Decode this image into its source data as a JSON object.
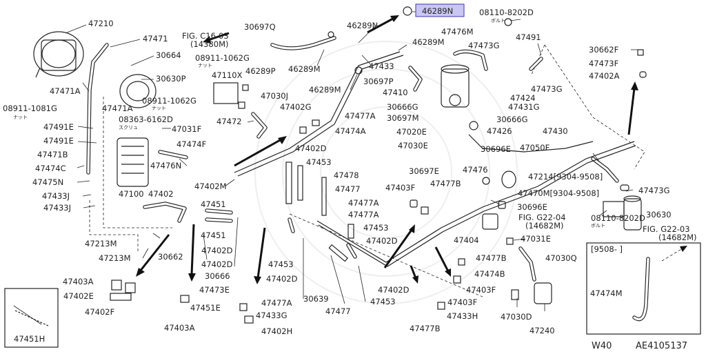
{
  "diagram": {
    "highlighted_part": "46289N",
    "footer": {
      "model": "W40",
      "diagram_code": "AE4105137"
    },
    "labels": {
      "p47210": "47210",
      "p47471": "47471",
      "p30664": "30664",
      "p30630p": "30630P",
      "p47471a_1": "47471A",
      "p47471a_2": "47471A",
      "p08911_1081g": "08911-1081G",
      "nut_1": "ナット",
      "p08911_1062g_1": "08911-1062G",
      "nut_2": "ナット",
      "p46289p": "46289P",
      "p47110x": "47110X",
      "p08911_1062g_2": "08911-1062G",
      "nut_3": "ナット",
      "p47491e_1": "47491E",
      "p47491e_2": "47491E",
      "p08363_6162d": "08363-6162D",
      "screw": "スクリュ",
      "p47031f": "47031F",
      "p47471b": "47471B",
      "p47474c": "47474C",
      "p47475n": "47475N",
      "p47433j_1": "47433J",
      "p47433j_2": "47433J",
      "p47100": "47100",
      "p47402": "47402",
      "p47474f": "47474F",
      "p47476n": "47476N",
      "p47402m": "47402M",
      "p47472": "47472",
      "p47030j": "47030J",
      "p30697q": "30697Q",
      "fig_c16_03": "FIG. C16-03",
      "fig_c16_03_ref": "(14380M)",
      "p46289n_top": "46289N",
      "p46289m_1": "46289M",
      "p46289m_2": "46289M",
      "p46289m_3": "46289M",
      "p47433": "47433",
      "p08110_8202d_1": "08110-8202D",
      "bolt_1": "ボルト",
      "p47476m": "47476M",
      "p47473g_1": "47473G",
      "p47491": "47491",
      "p30697p": "30697P",
      "p47410": "47410",
      "p47424": "47424",
      "p47473g_2": "47473G",
      "p47431g": "47431G",
      "p30666g_1": "30666G",
      "p30666g_2": "30666G",
      "p30697m": "30697M",
      "p47426": "47426",
      "p47020e": "47020E",
      "p47030e": "47030E",
      "p47430": "47430",
      "p30696e_1": "30696E",
      "p47050f": "47050F",
      "p47214": "47214[9304-9508]",
      "p47402g": "47402G",
      "p47477a_1": "47477A",
      "p47474a": "47474A",
      "p30662f": "30662F",
      "p47473f": "47473F",
      "p47402a": "47402A",
      "p47402d_1": "47402D",
      "p47453_1": "47453",
      "p47478": "47478",
      "p47477": "47477",
      "p30697e": "30697E",
      "p47403f_1": "47403F",
      "p47477b_1": "47477B",
      "p47476": "47476",
      "p47470m": "47470M[9304-9508]",
      "p47473g_3": "47473G",
      "p47477a_2": "47477A",
      "p47477a_3": "47477A",
      "p47453_2": "47453",
      "p47402d_2": "47402D",
      "p30696e_2": "30696E",
      "fig_g22_04": "FIG. G22-04",
      "fig_g22_04_ref": "(14682M)",
      "p30630": "30630",
      "p08110_8202d_2": "08110-8202D",
      "bolt_2": "ボルト",
      "fig_g22_03": "FIG. G22-03",
      "fig_g22_03_ref": "(14682M)",
      "p47031e": "47031E",
      "p47404": "47404",
      "p47451_1": "47451",
      "p47451_2": "47451",
      "p47213m_1": "47213M",
      "p47213m_2": "47213M",
      "p30662": "30662",
      "p47402d_3": "47402D",
      "p47402d_4": "47402D",
      "p30666": "30666",
      "p47402d_5": "47402D",
      "p47453_3": "47453",
      "p47477b_2": "47477B",
      "p47474b": "47474B",
      "p47403f_2": "47403F",
      "p47030q": "47030Q",
      "p47403a_1": "47403A",
      "p47402e": "47402E",
      "p47402f": "47402F",
      "p47473e": "47473E",
      "p47451e": "47451E",
      "p47403a_2": "47403A",
      "p47477a_4": "47477A",
      "p47433g": "47433G",
      "p47402h": "47402H",
      "p30639": "30639",
      "p47477_2": "47477",
      "p47453_4": "47453",
      "p47402d_6": "47402D",
      "p47403f_3": "47403F",
      "p47433h": "47433H",
      "p47477b_3": "47477B",
      "p47030d": "47030D",
      "p47240": "47240",
      "inset_range": "[9508-    ]",
      "p47474m": "47474M",
      "p47451h": "47451H"
    }
  }
}
